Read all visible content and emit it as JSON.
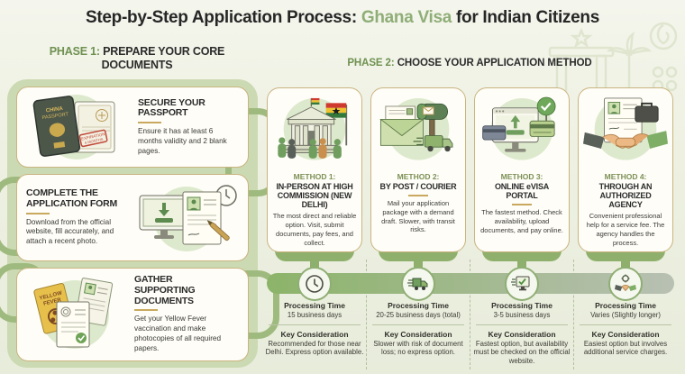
{
  "title": {
    "prefix": "Step-by-Step Application Process:",
    "highlight": "Ghana Visa",
    "suffix": "for Indian Citizens"
  },
  "colors": {
    "title_highlight_green": "#8fae77",
    "phase_label_green": "#6e9150",
    "method_label_olive": "#7c9054",
    "divider_gold": "#c9a95e",
    "panel_sage": "#ccdab3",
    "card_border_tan": "#c9b47f",
    "timeline_green": "#8cb469",
    "timeline_gray": "#b8c0b3",
    "ghana_flag_red": "#cf3a2e",
    "ghana_flag_gold": "#efc22f",
    "ghana_flag_green": "#34793c"
  },
  "phase1": {
    "label": "PHASE 1:",
    "heading": "PREPARE YOUR CORE DOCUMENTS",
    "steps": [
      {
        "title": "SECURE YOUR PASSPORT",
        "body": "Ensure it has at least 6 months validity and 2 blank pages."
      },
      {
        "title": "COMPLETE THE APPLICATION FORM",
        "body": "Download from the official website, fill accurately, and attach a recent photo."
      },
      {
        "title": "GATHER SUPPORTING DOCUMENTS",
        "body": "Get your Yellow Fever vaccination and make photocopies of all required papers."
      }
    ]
  },
  "phase2": {
    "label": "PHASE 2:",
    "heading": "CHOOSE YOUR APPLICATION METHOD",
    "methods": [
      {
        "label": "METHOD 1:",
        "title": "IN-PERSON AT HIGH COMMISSION (NEW DELHI)",
        "body": "The most direct and reliable option. Visit, submit documents, pay fees, and collect.",
        "processing_label": "Processing Time",
        "processing_value": "15 business days",
        "consideration_label": "Key Consideration",
        "consideration_value": "Recommended for those near Delhi. Express option available."
      },
      {
        "label": "METHOD 2:",
        "title": "BY POST / COURIER",
        "body": "Mail your application package with a demand draft. Slower, with transit risks.",
        "processing_label": "Processing Time",
        "processing_value": "20-25 business days (total)",
        "consideration_label": "Key Consideration",
        "consideration_value": "Slower with risk of document loss; no express option."
      },
      {
        "label": "METHOD 3:",
        "title": "ONLINE eVISA PORTAL",
        "body": "The fastest method. Check availability, upload documents, and pay online.",
        "processing_label": "Processing Time",
        "processing_value": "3-5 business days",
        "consideration_label": "Key Consideration",
        "consideration_value": "Fastest option, but availability must be checked on the official website."
      },
      {
        "label": "METHOD 4:",
        "title": "THROUGH AN AUTHORIZED AGENCY",
        "body": "Convenient professional help for a service fee. The agency handles the process.",
        "processing_label": "Processing Time",
        "processing_value": "Varies (Slightly longer)",
        "consideration_label": "Key Consideration",
        "consideration_value": "Easiest option but involves additional service charges."
      }
    ]
  },
  "passport_art": {
    "line1": "CHINA",
    "line2": "PASSPORT",
    "stamp_line1": "EXPIRATION",
    "stamp_line2": "6 MONTHS"
  },
  "yellow_card": {
    "line1": "YELLOW",
    "line2": "FEVER"
  }
}
